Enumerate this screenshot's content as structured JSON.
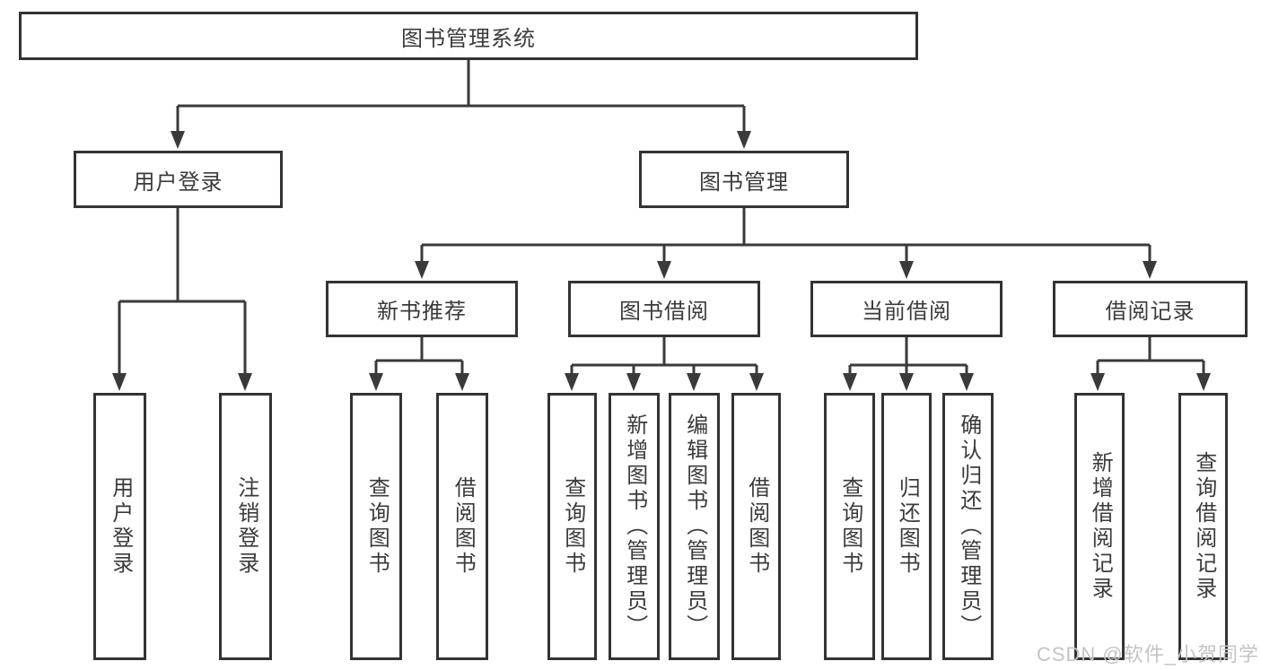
{
  "diagram": {
    "root": {
      "label": "图书管理系统",
      "children": [
        {
          "label": "用户登录",
          "children": [
            {
              "label": "用户登录"
            },
            {
              "label": "注销登录"
            }
          ]
        },
        {
          "label": "图书管理",
          "children": [
            {
              "label": "新书推荐",
              "children": [
                {
                  "label": "查询图书"
                },
                {
                  "label": "借阅图书"
                }
              ]
            },
            {
              "label": "图书借阅",
              "children": [
                {
                  "label": "查询图书"
                },
                {
                  "label": "新增图书（管理员）"
                },
                {
                  "label": "编辑图书（管理员）"
                },
                {
                  "label": "借阅图书"
                }
              ]
            },
            {
              "label": "当前借阅",
              "children": [
                {
                  "label": "查询图书"
                },
                {
                  "label": "归还图书"
                },
                {
                  "label": "确认归还（管理员）"
                }
              ]
            },
            {
              "label": "借阅记录",
              "children": [
                {
                  "label": "新增借阅记录"
                },
                {
                  "label": "查询借阅记录"
                }
              ]
            }
          ]
        }
      ]
    }
  },
  "colors": {
    "box_border": "#333333",
    "connector": "#3a3a3a",
    "text": "#3b3b3b",
    "watermark_text": "#c4c4c4"
  },
  "watermark": "CSDN @软件_小贺同学"
}
